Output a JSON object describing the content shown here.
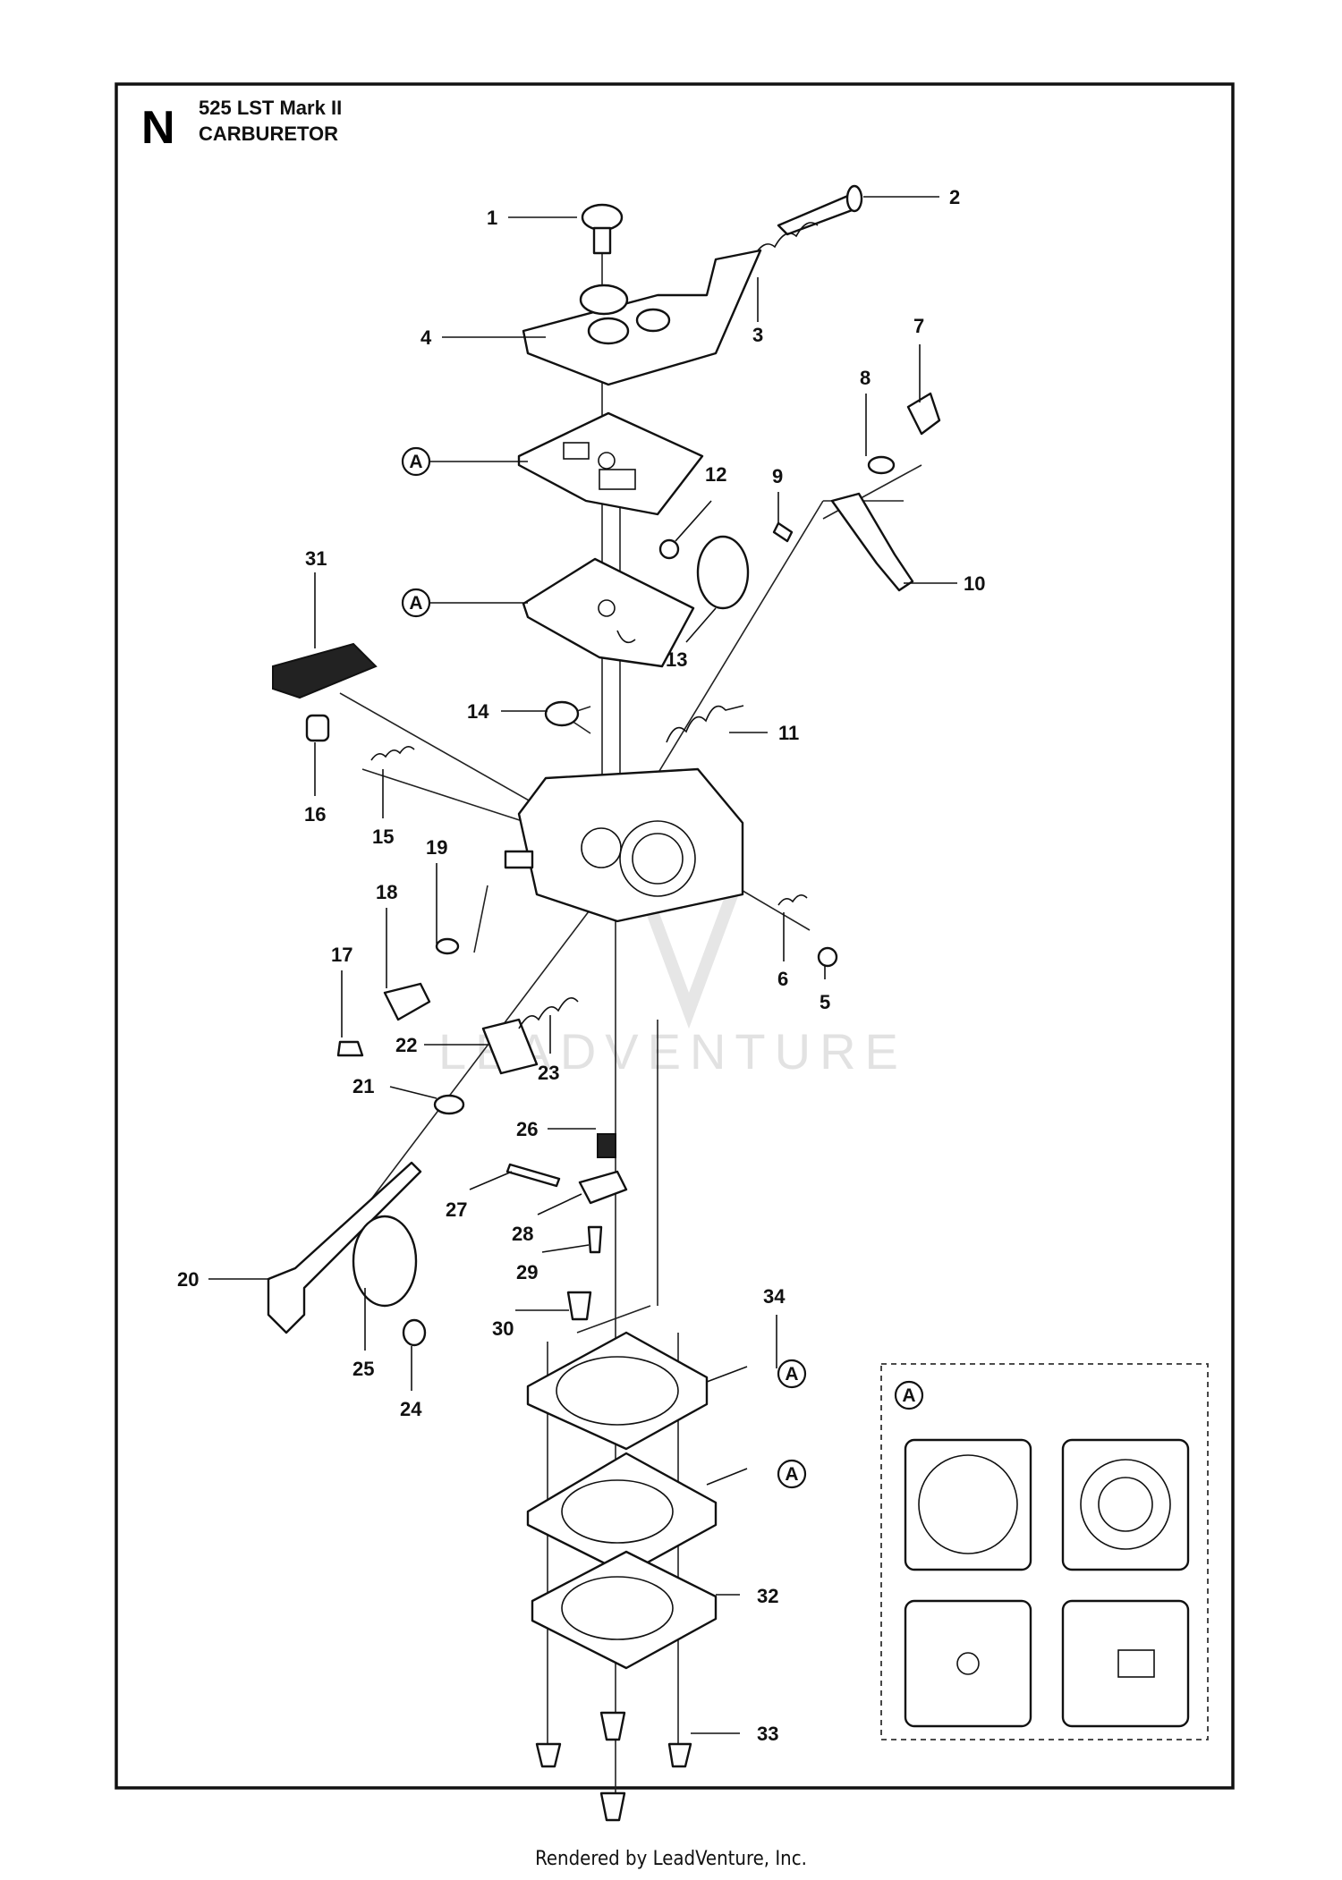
{
  "header": {
    "letter": "N",
    "model": "525 LST Mark II",
    "section": "CARBURETOR"
  },
  "watermark": "LEADVENTURE",
  "callouts": [
    "1",
    "2",
    "3",
    "4",
    "5",
    "6",
    "7",
    "8",
    "9",
    "10",
    "11",
    "12",
    "13",
    "14",
    "15",
    "16",
    "17",
    "18",
    "19",
    "20",
    "21",
    "22",
    "23",
    "24",
    "25",
    "26",
    "27",
    "28",
    "29",
    "30",
    "31",
    "32",
    "33",
    "34"
  ],
  "gasket_ref": "A",
  "footer": "Rendered by LeadVenture, Inc."
}
